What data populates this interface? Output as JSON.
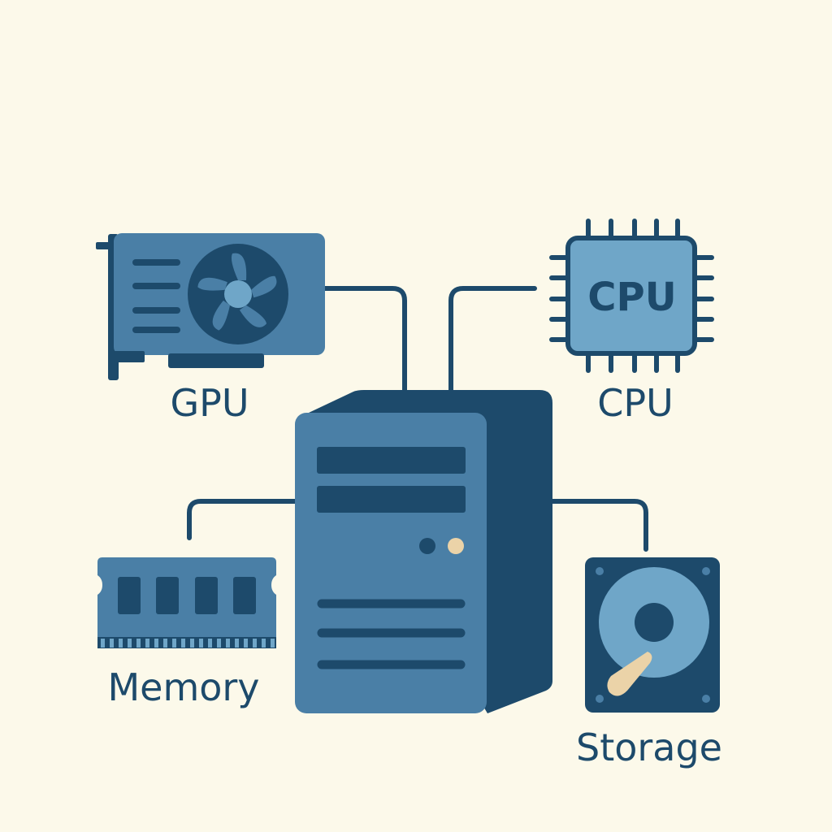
{
  "labels": {
    "gpu": "GPU",
    "cpu": "CPU",
    "cpu_chip_text": "CPU",
    "memory": "Memory",
    "storage": "Storage"
  },
  "colors": {
    "background": "#fcf9ea",
    "dark": "#1d4a6b",
    "mid": "#4a7fa6",
    "light": "#6fa6c8",
    "accent": "#ebd3a8"
  }
}
